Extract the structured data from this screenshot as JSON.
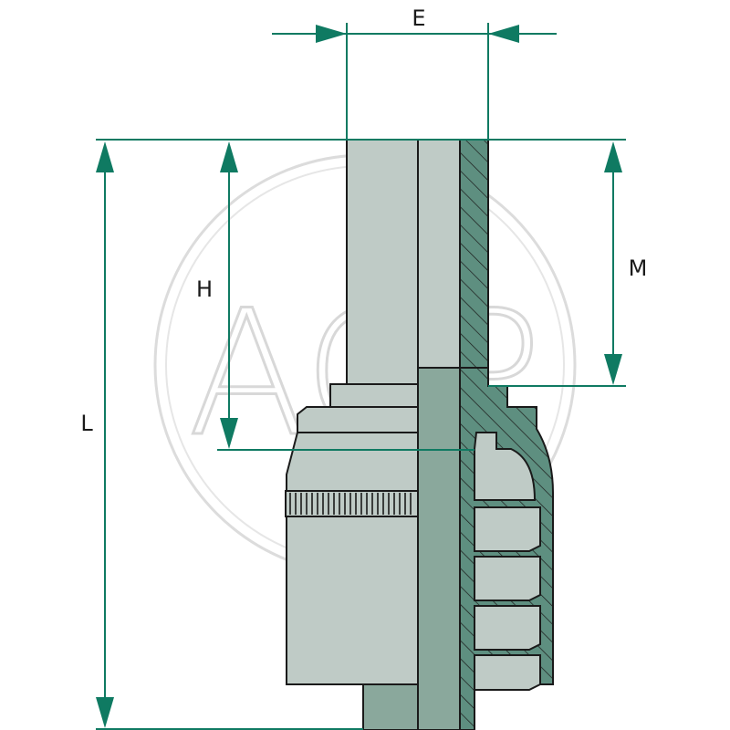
{
  "labels": {
    "E": "E",
    "H": "H",
    "L": "L",
    "M": "M"
  },
  "watermark": {
    "text": "AGP"
  },
  "colors": {
    "dimension": "#0f7a62",
    "part_light": "#bfcbc6",
    "part_dark": "#8aa89c",
    "section": "#5e8f80",
    "outline": "#1a1a1a",
    "watermark": "#d8d8d8"
  }
}
